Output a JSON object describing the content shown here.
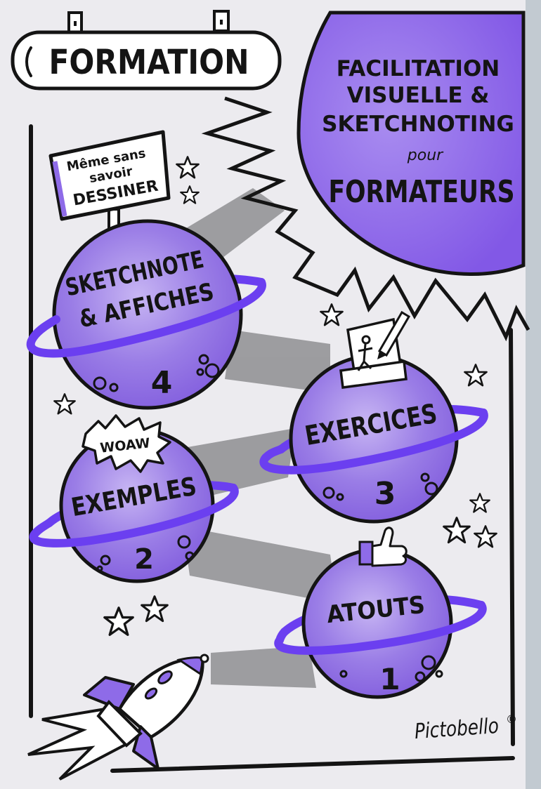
{
  "banner": {
    "title": "FORMATION"
  },
  "headline": {
    "line1": "FACILITATION",
    "line2": "VISUELLE &",
    "line3": "SKETCHNOTING",
    "line4": "pour",
    "line5": "FORMATEURS"
  },
  "sign": {
    "line1": "Même sans",
    "line2": "savoir",
    "line3": "DESSINER"
  },
  "planets": [
    {
      "line1": "SKETCHNOTE",
      "line2": "& AFFICHES",
      "number": "4"
    },
    {
      "line1": "EXERCICES",
      "line2": "",
      "number": "3"
    },
    {
      "line1": "EXEMPLES",
      "line2": "",
      "number": "2",
      "badge": "WOAW"
    },
    {
      "line1": "ATOUTS",
      "line2": "",
      "number": "1"
    }
  ],
  "signature": {
    "text": "Pictobello",
    "mark": "®"
  },
  "colors": {
    "purple": "#8e6be8",
    "purple_light": "#b7a1ef",
    "ring": "#6b3ff0",
    "ink": "#141414",
    "paper": "#ecebef",
    "path_gray": "#8f8f92"
  },
  "icons": [
    "star-icon",
    "rocket-icon",
    "scroll-pencil-icon",
    "thumbs-up-icon"
  ]
}
